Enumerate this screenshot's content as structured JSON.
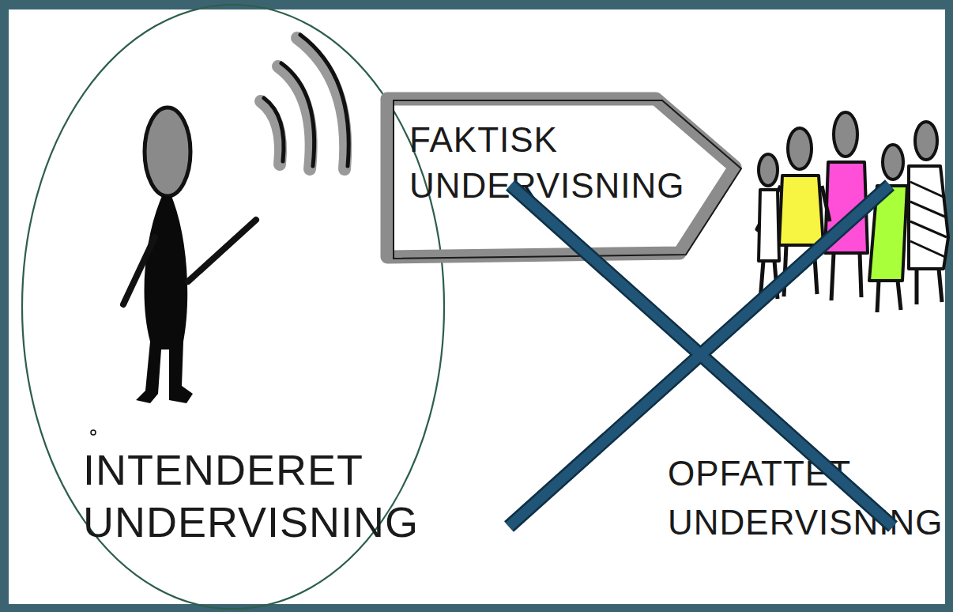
{
  "diagram": {
    "nodes": [
      {
        "text": [
          "INTENDERET UNDERVISNING"
        ]
      },
      {
        "text": [
          "FAKTISK UNDERVISNING"
        ]
      }
    ],
    "labels": [
      "OPFATTET UNDERVISNING"
    ]
  }
}
